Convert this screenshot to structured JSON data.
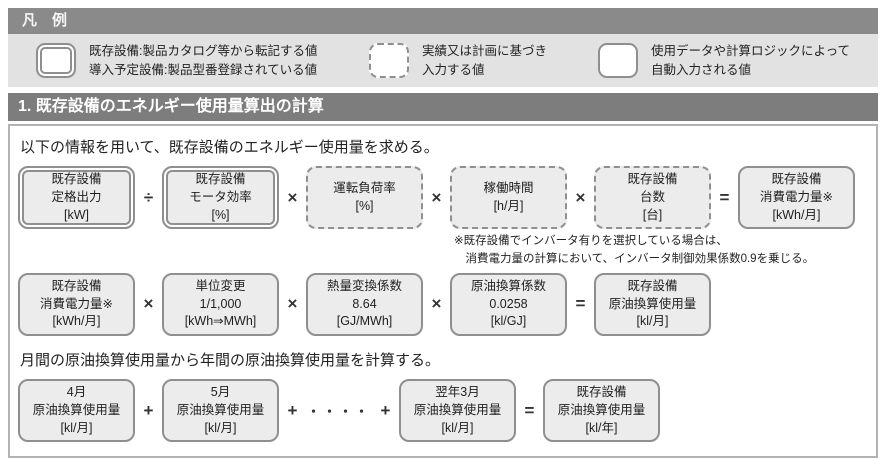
{
  "colors": {
    "header_bar": "#8a8a8a",
    "section_bar": "#7d7d7d",
    "legend_strip_bg": "#e2e2e2",
    "box_fill": "#ececec",
    "box_border": "#8f8f8f",
    "panel_border": "#b3b3b3",
    "text": "#222222"
  },
  "legend": {
    "title": "凡　例",
    "items": [
      {
        "style": "double",
        "lines": [
          "既存設備:製品カタログ等から転記する値",
          "導入予定設備:製品型番登録されている値"
        ]
      },
      {
        "style": "dashed",
        "lines": [
          "実績又は計画に基づき",
          "入力する値"
        ]
      },
      {
        "style": "solid",
        "lines": [
          "使用データや計算ロジックによって",
          "自動入力される値"
        ]
      }
    ]
  },
  "section": {
    "title": "1. 既存設備のエネルギー使用量算出の計算"
  },
  "content": {
    "intro1": "以下の情報を用いて、既存設備のエネルギー使用量を求める。",
    "note": {
      "line1": "※既存設備でインバータ有りを選択している場合は、",
      "line2": "消費電力量の計算において、インバータ制御効果係数0.9を乗じる。"
    },
    "intro2": "月間の原油換算使用量から年間の原油換算使用量を計算する。",
    "row1": {
      "boxes": [
        {
          "style": "double",
          "lines": [
            "既存設備",
            "定格出力",
            "[kW]"
          ]
        },
        {
          "style": "double",
          "lines": [
            "既存設備",
            "モータ効率",
            "[%]"
          ]
        },
        {
          "style": "dashed",
          "lines": [
            "運転負荷率",
            "[%]"
          ]
        },
        {
          "style": "dashed",
          "lines": [
            "稼働時間",
            "[h/月]"
          ]
        },
        {
          "style": "dashed",
          "lines": [
            "既存設備",
            "台数",
            "[台]"
          ]
        },
        {
          "style": "solid",
          "lines": [
            "既存設備",
            "消費電力量※",
            "[kWh/月]"
          ]
        }
      ],
      "ops": [
        "÷",
        "×",
        "×",
        "×",
        "="
      ]
    },
    "row2": {
      "boxes": [
        {
          "style": "solid",
          "lines": [
            "既存設備",
            "消費電力量※",
            "[kWh/月]"
          ]
        },
        {
          "style": "solid",
          "lines": [
            "単位変更",
            "1/1,000",
            "[kWh⇒MWh]"
          ]
        },
        {
          "style": "solid",
          "lines": [
            "熱量変換係数",
            "8.64",
            "[GJ/MWh]"
          ]
        },
        {
          "style": "solid",
          "lines": [
            "原油換算係数",
            "0.0258",
            "[kl/GJ]"
          ]
        },
        {
          "style": "solid",
          "lines": [
            "既存設備",
            "原油換算使用量",
            "[kl/月]"
          ]
        }
      ],
      "ops": [
        "×",
        "×",
        "×",
        "="
      ]
    },
    "row3": {
      "boxes": [
        {
          "style": "solid",
          "lines": [
            "4月",
            "原油換算使用量",
            "[kl/月]"
          ]
        },
        {
          "style": "solid",
          "lines": [
            "5月",
            "原油換算使用量",
            "[kl/月]"
          ]
        },
        {
          "style": "solid",
          "lines": [
            "翌年3月",
            "原油換算使用量",
            "[kl/月]"
          ]
        },
        {
          "style": "solid",
          "lines": [
            "既存設備",
            "原油換算使用量",
            "[kl/年]"
          ]
        }
      ],
      "ops": [
        "+",
        "+",
        "・・・・",
        "+",
        "="
      ]
    }
  }
}
